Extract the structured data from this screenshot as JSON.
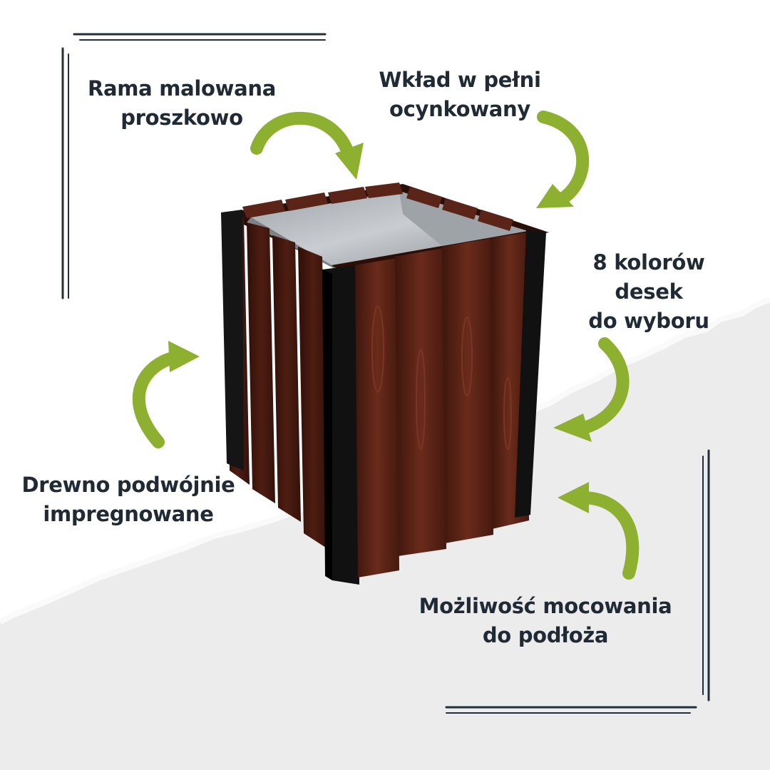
{
  "features": [
    {
      "id": "frame",
      "lines": [
        "Rama malowana",
        "proszkowo"
      ]
    },
    {
      "id": "insert",
      "lines": [
        "Wkład w pełni",
        "ocynkowany"
      ]
    },
    {
      "id": "colors",
      "lines": [
        "8 kolorów",
        "desek",
        "do wyboru"
      ]
    },
    {
      "id": "wood",
      "lines": [
        "Drewno podwójnie",
        "impregnowane"
      ]
    },
    {
      "id": "mount",
      "lines": [
        "Możliwość mocowania",
        "do podłoża"
      ]
    }
  ],
  "colors": {
    "text": "#1f2a35",
    "arrow": "#8db030",
    "frame_lines": "#22303c",
    "wood": "#5a2418",
    "metal_frame": "#111111",
    "insert": "#b8bcc0",
    "background_torn_paper": "#ececec"
  },
  "icons": [
    "arrow-curved-green",
    "corner-bracket-frame"
  ]
}
